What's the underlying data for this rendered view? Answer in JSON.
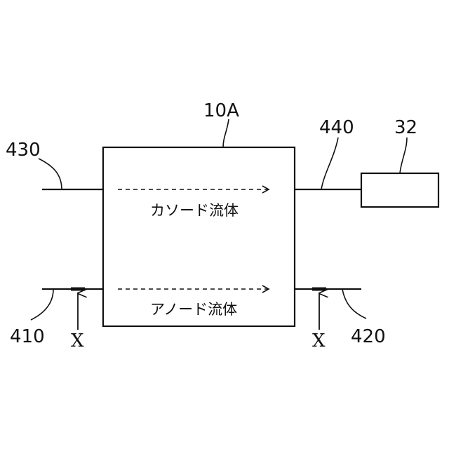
{
  "diagram": {
    "cell_label": "10A",
    "component_label": "32",
    "ports": {
      "cathode_in": "430",
      "cathode_out": "440",
      "anode_in": "410",
      "anode_out": "420"
    },
    "flows": {
      "cathode": "カソード流体",
      "anode": "アノード流体"
    },
    "section_marks": {
      "left": "X",
      "right": "X"
    }
  }
}
